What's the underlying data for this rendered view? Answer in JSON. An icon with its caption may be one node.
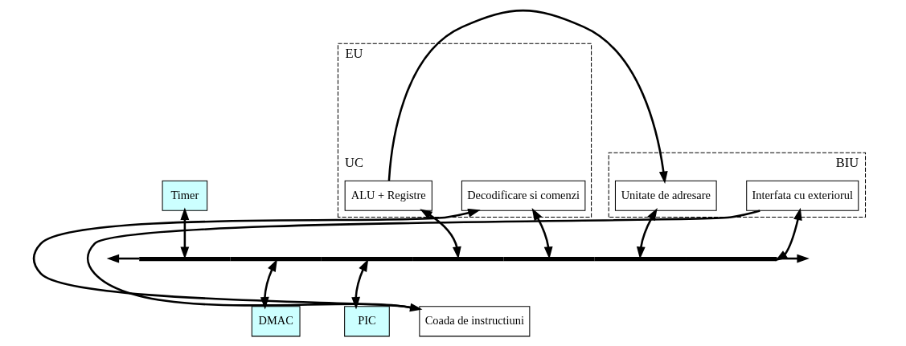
{
  "diagram": {
    "nodes": [
      {
        "text": [
          "Timer"
        ]
      },
      {
        "text": [
          "DMAC"
        ]
      },
      {
        "text": [
          "PIC"
        ]
      },
      {
        "text": [
          "EU",
          "UC"
        ]
      },
      {
        "text": [
          "ALU + Registre"
        ],
        "in": 3
      },
      {
        "text": [
          "Decodificare si comenzi"
        ],
        "in": 3
      },
      {
        "text": [
          "Coada de instructiuni"
        ]
      },
      {
        "text": [
          "BIU"
        ]
      },
      {
        "text": [
          "Unitate de adresare"
        ],
        "in": 7
      },
      {
        "text": [
          "Interfata cu exteriorul"
        ],
        "in": 7
      },
      {
        "text": [],
        "shape": "bar"
      }
    ],
    "edges": [
      {
        "from": 0,
        "to": 10,
        "arrow": "both"
      },
      {
        "from": 10,
        "to": 1,
        "arrow": "both"
      },
      {
        "from": 10,
        "to": 2,
        "arrow": "both"
      },
      {
        "from": 4,
        "to": 10,
        "arrow": "both"
      },
      {
        "from": 10,
        "to": 5,
        "arrow": "both"
      },
      {
        "from": 8,
        "to": 10,
        "arrow": "both"
      },
      {
        "from": 10,
        "to": 9,
        "arrow": "both"
      },
      {
        "from": 4,
        "to": 8,
        "arrow": "to"
      },
      {
        "from": 9,
        "to": 6,
        "arrow": "to"
      },
      {
        "from": 6,
        "to": 5,
        "arrow": "to"
      },
      {
        "from": 10,
        "to": null,
        "arrow": "to"
      },
      {
        "from": 10,
        "to": null,
        "arrow": "to"
      }
    ]
  }
}
